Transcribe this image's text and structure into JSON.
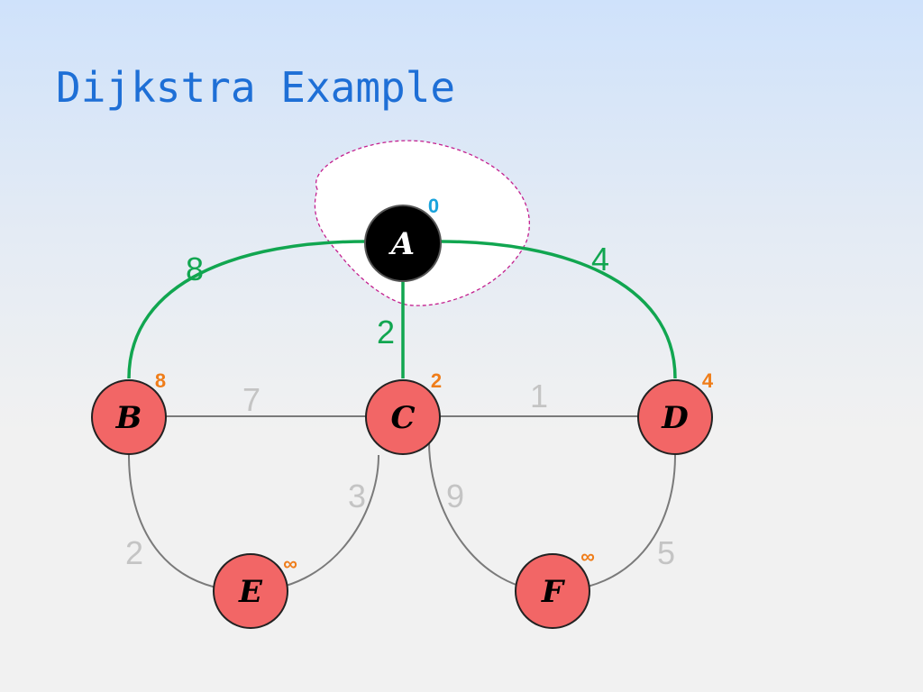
{
  "title": "Dijkstra Example",
  "colors": {
    "title": "#1e6fd6",
    "node_fill": "#f26666",
    "visited_fill": "#000000",
    "tree_edge": "#11a650",
    "edge": "#7a7a7a",
    "edge_weight": "#c4c4c4",
    "tree_weight": "#11a650",
    "distance": "#ef7d1a",
    "source_distance": "#1aa3dc",
    "visited_region": "#c4208f"
  },
  "nodes": {
    "A": {
      "label": "A",
      "distance": "0",
      "visited": true
    },
    "B": {
      "label": "B",
      "distance": "8",
      "visited": false
    },
    "C": {
      "label": "C",
      "distance": "2",
      "visited": false
    },
    "D": {
      "label": "D",
      "distance": "4",
      "visited": false
    },
    "E": {
      "label": "E",
      "distance": "∞",
      "visited": false
    },
    "F": {
      "label": "F",
      "distance": "∞",
      "visited": false
    }
  },
  "edges": {
    "AB": {
      "from": "A",
      "to": "B",
      "weight": "8",
      "tree": true
    },
    "AC": {
      "from": "A",
      "to": "C",
      "weight": "2",
      "tree": true
    },
    "AD": {
      "from": "A",
      "to": "D",
      "weight": "4",
      "tree": true
    },
    "BC": {
      "from": "B",
      "to": "C",
      "weight": "7",
      "tree": false
    },
    "CD": {
      "from": "C",
      "to": "D",
      "weight": "1",
      "tree": false
    },
    "BE": {
      "from": "B",
      "to": "E",
      "weight": "2",
      "tree": false
    },
    "EC": {
      "from": "E",
      "to": "C",
      "weight": "3",
      "tree": false
    },
    "CF": {
      "from": "C",
      "to": "F",
      "weight": "9",
      "tree": false
    },
    "FD": {
      "from": "F",
      "to": "D",
      "weight": "5",
      "tree": false
    }
  }
}
